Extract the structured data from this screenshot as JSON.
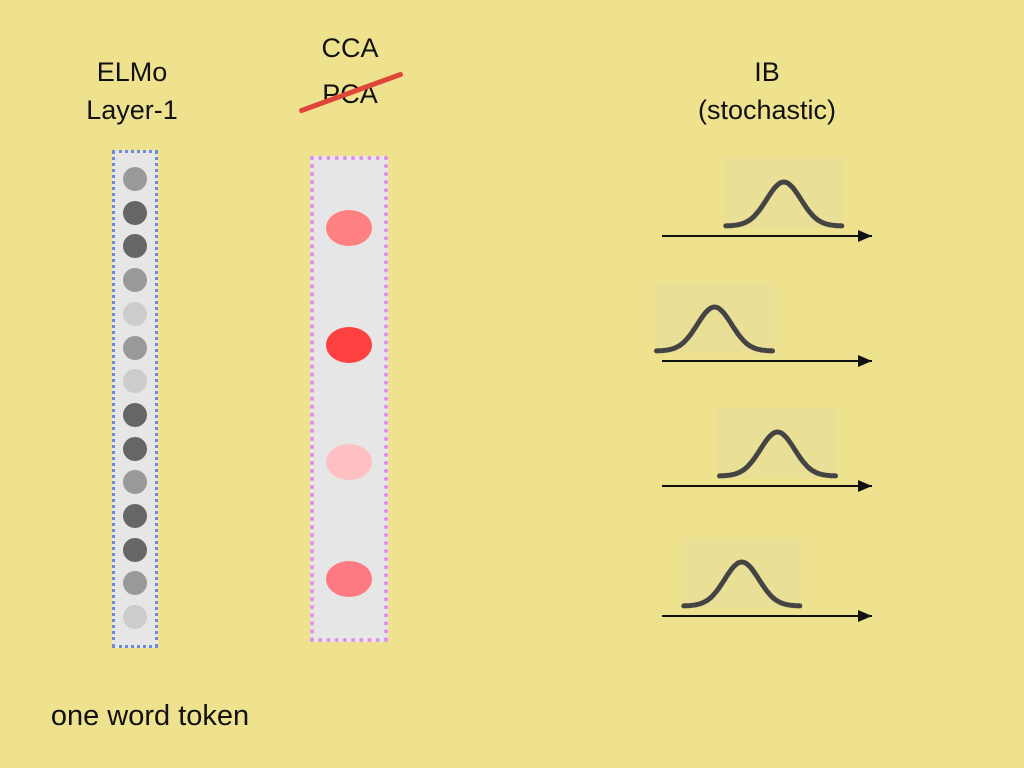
{
  "titles": {
    "elmo_line1": "ELMo",
    "elmo_line2": "Layer-1",
    "cca": "CCA",
    "pca": "PCA",
    "ib_line1": "IB",
    "ib_line2": "(stochastic)"
  },
  "token_label": "one word token",
  "elmo_neurons": [
    {
      "color": "#999999"
    },
    {
      "color": "#666666"
    },
    {
      "color": "#666666"
    },
    {
      "color": "#999999"
    },
    {
      "color": "#cccccc"
    },
    {
      "color": "#999999"
    },
    {
      "color": "#cccccc"
    },
    {
      "color": "#666666"
    },
    {
      "color": "#666666"
    },
    {
      "color": "#999999"
    },
    {
      "color": "#666666"
    },
    {
      "color": "#666666"
    },
    {
      "color": "#999999"
    },
    {
      "color": "#cccccc"
    }
  ],
  "pca_neurons": [
    {
      "color": "#ff8080"
    },
    {
      "color": "#ff4040"
    },
    {
      "color": "#ffc0c4"
    },
    {
      "color": "#ff7a80"
    }
  ],
  "ib_distributions": [
    {
      "mean": 0.58
    },
    {
      "mean": 0.25
    },
    {
      "mean": 0.55
    },
    {
      "mean": 0.38
    }
  ],
  "colors": {
    "background": "#efe28e",
    "strike": "#e0453a",
    "curve": "#444444",
    "elmo_border": "#6f8bd6",
    "pca_border": "#df8fe6"
  }
}
